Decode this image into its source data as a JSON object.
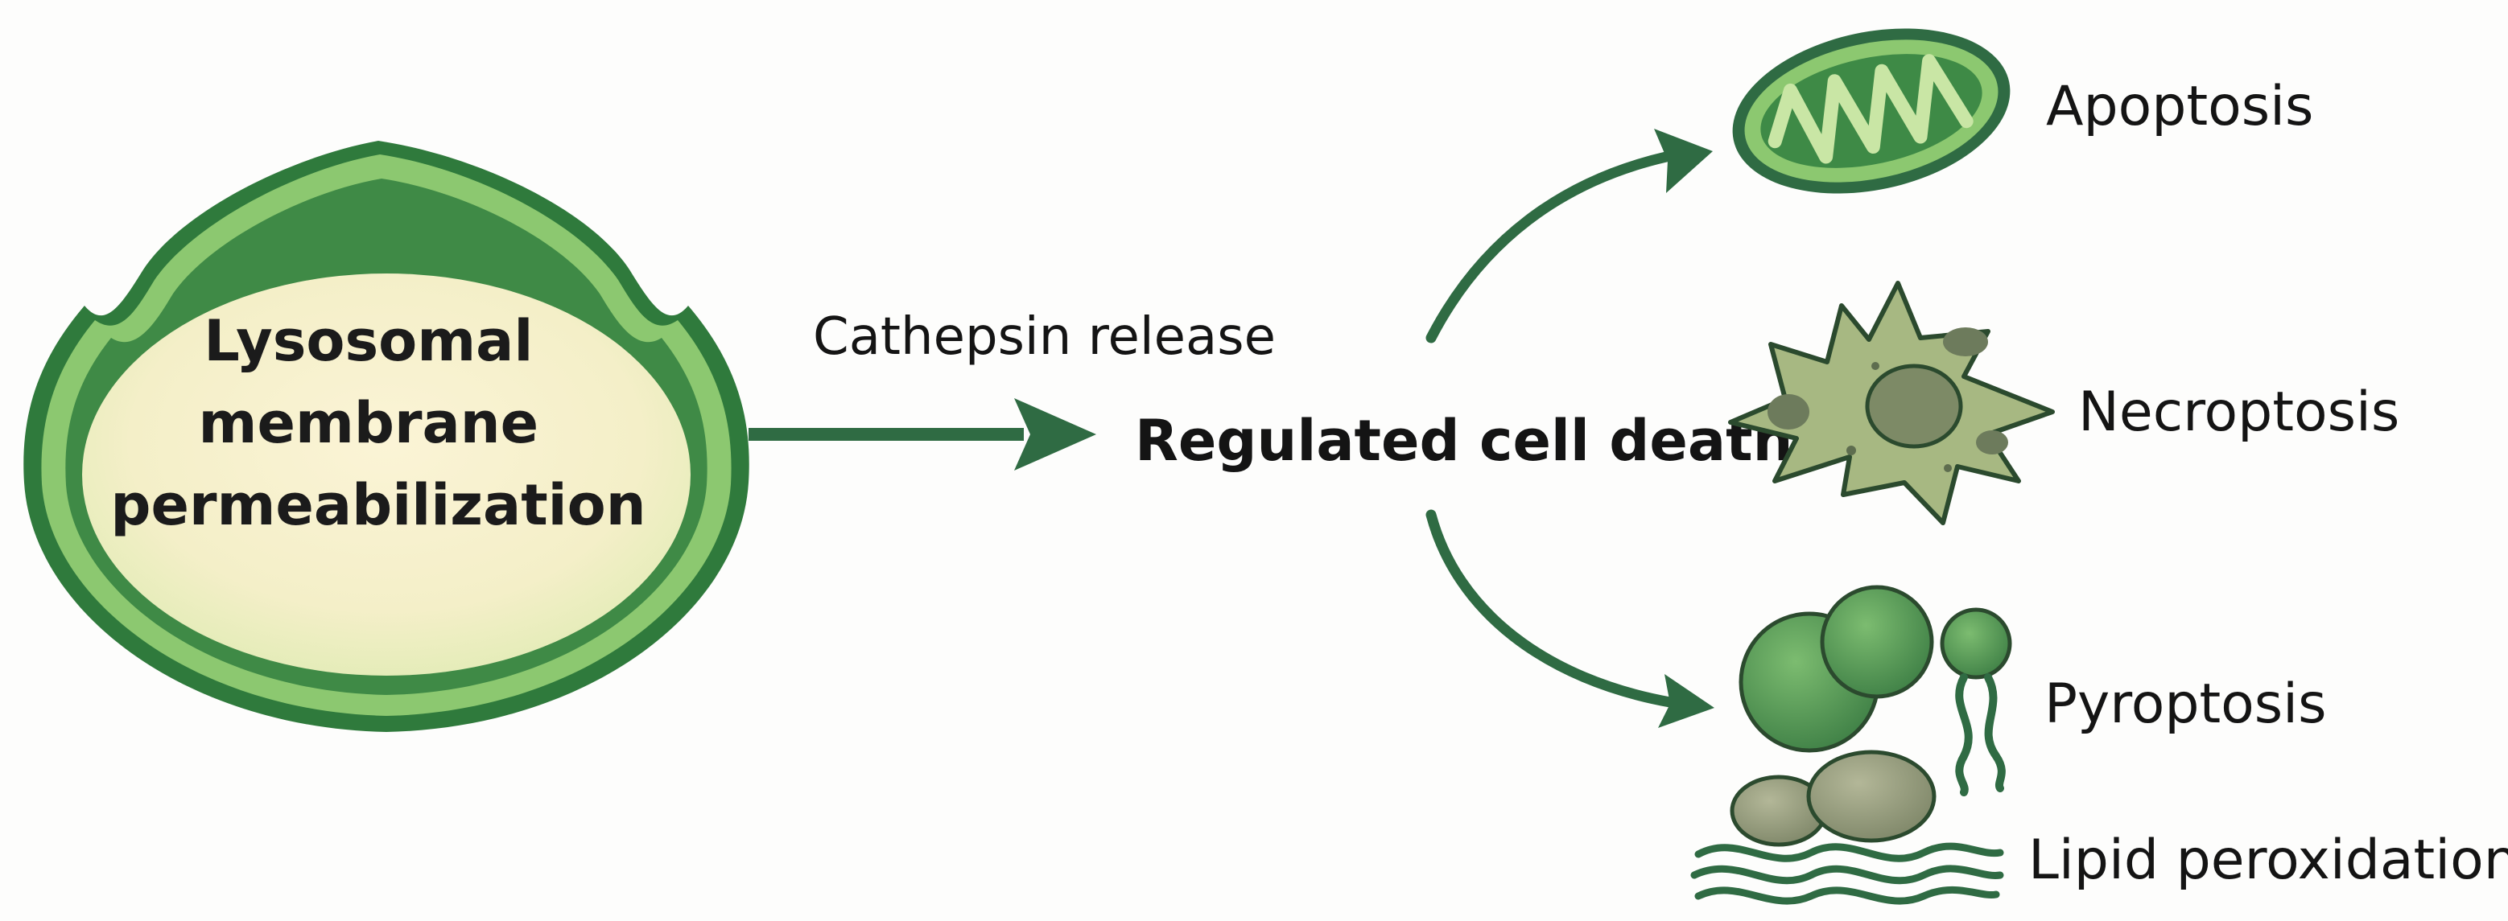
{
  "source": {
    "label_lines": [
      "Lysosomal",
      "membrane",
      "permeabilization"
    ]
  },
  "edge_label": "Cathepsin release",
  "hub": {
    "label": "Regulated cell death"
  },
  "outcomes": [
    {
      "label": "Apoptosis",
      "icon": "mitochondrion-icon"
    },
    {
      "label": "Necroptosis",
      "icon": "ruptured-cell-icon"
    },
    {
      "label": "Pyroptosis",
      "icon": "pyroptotic-bodies-icon"
    },
    {
      "label": "Lipid peroxidation",
      "icon": "lipid-membrane-icon"
    }
  ],
  "colors": {
    "dark_green": "#2f6b43",
    "mid_green": "#4c9a52",
    "light_green": "#8cc870",
    "lysosome_fill": "#f7f1cf",
    "necro_fill": "#a7b882",
    "blob_fill": "#6fa66b",
    "gray_fill": "#9aa182"
  }
}
